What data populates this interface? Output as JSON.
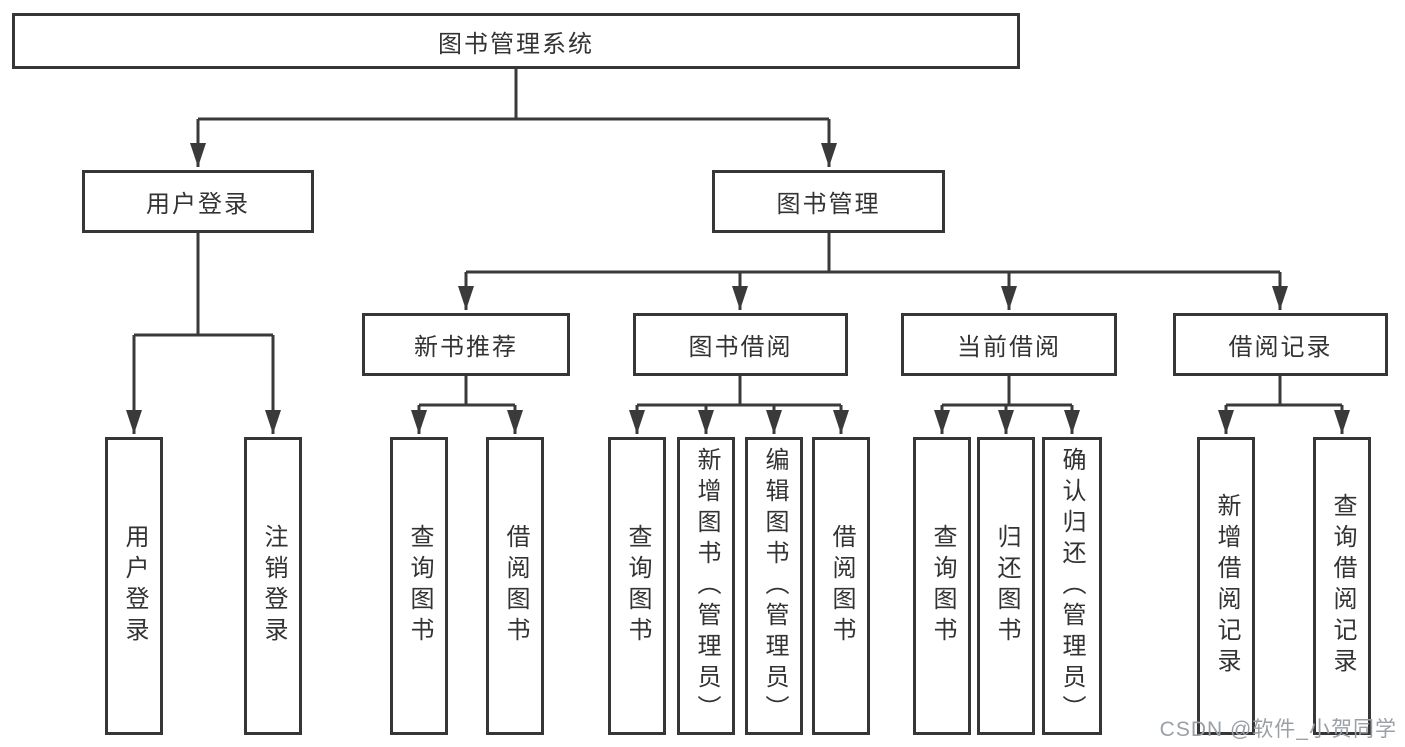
{
  "diagram": {
    "root": "图书管理系统",
    "level2": {
      "user_login": "用户登录",
      "book_mgmt": "图书管理"
    },
    "level3": {
      "new_rec": "新书推荐",
      "borrow": "图书借阅",
      "current": "当前借阅",
      "records": "借阅记录"
    },
    "leaves": {
      "login": "用户登录",
      "logout": "注销登录",
      "rec_query": "查询图书",
      "rec_borrow": "借阅图书",
      "bor_query": "查询图书",
      "bor_add": "新增图书（管理员）",
      "bor_edit": "编辑图书（管理员）",
      "bor_borrow": "借阅图书",
      "cur_query": "查询图书",
      "cur_return": "归还图书",
      "cur_confirm": "确认归还（管理员）",
      "rcd_add": "新增借阅记录",
      "rcd_query": "查询借阅记录"
    }
  },
  "watermark": "CSDN @软件_小贺同学",
  "colors": {
    "line": "#3a3a3a",
    "border": "#363636",
    "text": "#333333",
    "watermark_text": "#9aa0a6",
    "background": "#ffffff"
  }
}
